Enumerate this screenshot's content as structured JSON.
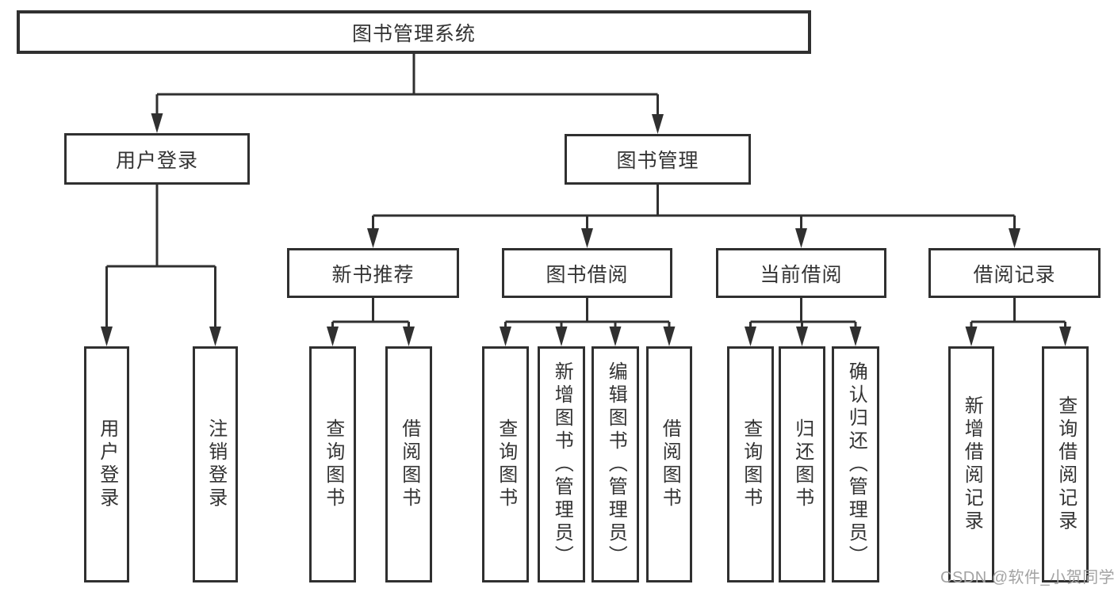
{
  "diagram": {
    "root": {
      "label": "图书管理系统"
    },
    "branches": [
      {
        "label": "用户登录",
        "children": [
          {
            "label": "用户登录"
          },
          {
            "label": "注销登录"
          }
        ]
      },
      {
        "label": "图书管理",
        "children": [
          {
            "label": "新书推荐",
            "children": [
              {
                "label": "查询图书"
              },
              {
                "label": "借阅图书"
              }
            ]
          },
          {
            "label": "图书借阅",
            "children": [
              {
                "label": "查询图书"
              },
              {
                "label": "新增图书（管理员）"
              },
              {
                "label": "编辑图书（管理员）"
              },
              {
                "label": "借阅图书"
              }
            ]
          },
          {
            "label": "当前借阅",
            "children": [
              {
                "label": "查询图书"
              },
              {
                "label": "归还图书"
              },
              {
                "label": "确认归还（管理员）"
              }
            ]
          },
          {
            "label": "借阅记录",
            "children": [
              {
                "label": "新增借阅记录"
              },
              {
                "label": "查询借阅记录"
              }
            ]
          }
        ]
      }
    ]
  },
  "watermark": {
    "text": "CSDN @软件_小贺同学"
  },
  "colors": {
    "line": "#303030",
    "box_border": "#303030",
    "text": "#333333",
    "watermark": "#a3a3a3",
    "background": "#ffffff"
  }
}
